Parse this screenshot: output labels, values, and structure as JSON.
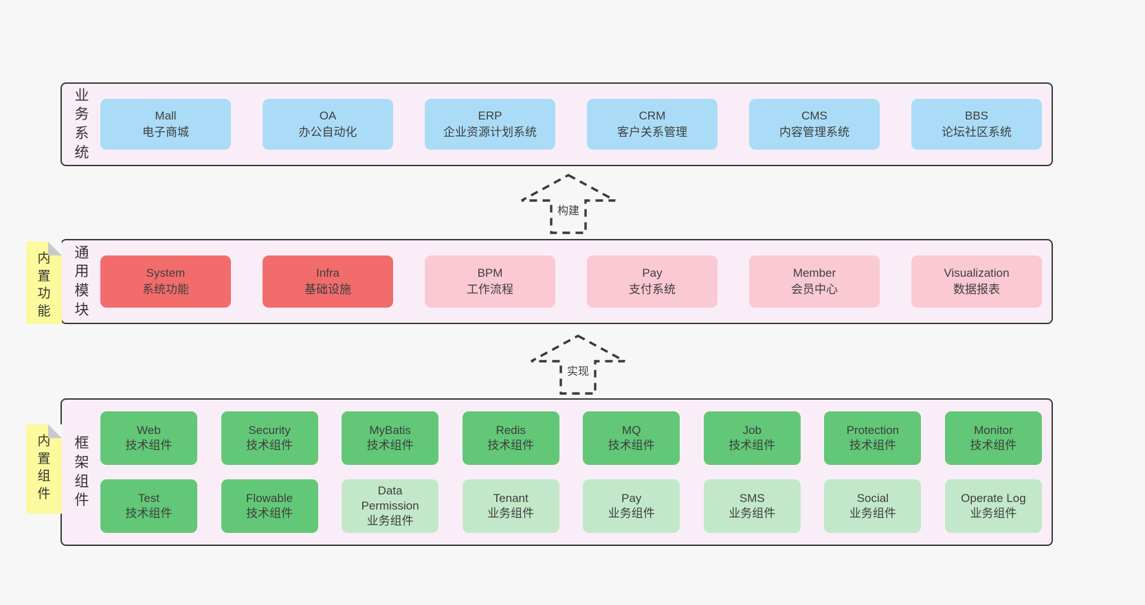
{
  "palette": {
    "page_bg": "#f7f7f7",
    "layer_bg": "#f9eef7",
    "layer_border": "#3a3a3a",
    "business_box": "#abdcf7",
    "core_module_box": "#f26c6c",
    "optional_module_box": "#fbc9d3",
    "tech_component_box": "#62c877",
    "biz_component_box": "#c3e8c9",
    "sticky_note": "#fbfa9d",
    "text": "#3e3e3e"
  },
  "arrows": [
    {
      "label": "构建"
    },
    {
      "label": "实现"
    }
  ],
  "layers": [
    {
      "label": "业务系统",
      "boxes": [
        {
          "title": "Mall",
          "subtitle": "电子商城"
        },
        {
          "title": "OA",
          "subtitle": "办公自动化"
        },
        {
          "title": "ERP",
          "subtitle": "企业资源计划系统"
        },
        {
          "title": "CRM",
          "subtitle": "客户关系管理"
        },
        {
          "title": "CMS",
          "subtitle": "内容管理系统"
        },
        {
          "title": "BBS",
          "subtitle": "论坛社区系统"
        }
      ]
    },
    {
      "label": "通用模块",
      "tag": "内置功能",
      "boxes": [
        {
          "title": "System",
          "subtitle": "系统功能"
        },
        {
          "title": "Infra",
          "subtitle": "基础设施"
        },
        {
          "title": "BPM",
          "subtitle": "工作流程"
        },
        {
          "title": "Pay",
          "subtitle": "支付系统"
        },
        {
          "title": "Member",
          "subtitle": "会员中心"
        },
        {
          "title": "Visualization",
          "subtitle": "数据报表"
        }
      ]
    },
    {
      "label": "框架组件",
      "tag": "内置组件",
      "rows": [
        {
          "boxes": [
            {
              "title": "Web",
              "subtitle": "技术组件"
            },
            {
              "title": "Security",
              "subtitle": "技术组件"
            },
            {
              "title": "MyBatis",
              "subtitle": "技术组件"
            },
            {
              "title": "Redis",
              "subtitle": "技术组件"
            },
            {
              "title": "MQ",
              "subtitle": "技术组件"
            },
            {
              "title": "Job",
              "subtitle": "技术组件"
            },
            {
              "title": "Protection",
              "subtitle": "技术组件"
            },
            {
              "title": "Monitor",
              "subtitle": "技术组件"
            }
          ]
        },
        {
          "boxes": [
            {
              "title": "Test",
              "subtitle": "技术组件"
            },
            {
              "title": "Flowable",
              "subtitle": "技术组件"
            },
            {
              "title": "Data Permission",
              "subtitle": "业务组件"
            },
            {
              "title": "Tenant",
              "subtitle": "业务组件"
            },
            {
              "title": "Pay",
              "subtitle": "业务组件"
            },
            {
              "title": "SMS",
              "subtitle": "业务组件"
            },
            {
              "title": "Social",
              "subtitle": "业务组件"
            },
            {
              "title": "Operate Log",
              "subtitle": "业务组件"
            }
          ]
        }
      ]
    }
  ]
}
